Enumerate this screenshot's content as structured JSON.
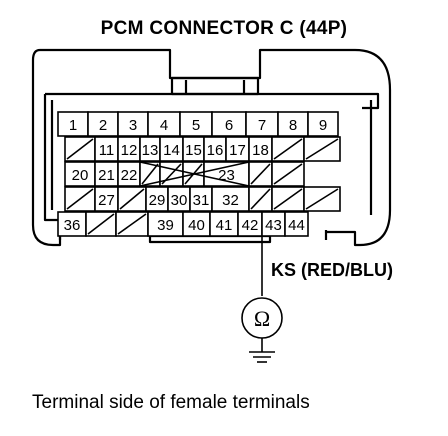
{
  "title": "PCM CONNECTOR C (44P)",
  "caption": "Terminal side of female terminals",
  "signal": {
    "label": "KS (RED/BLU)",
    "terminal": "42",
    "meter_symbol": "Ω"
  },
  "connector": {
    "rows": [
      [
        "1",
        "2",
        "3",
        "4",
        "5",
        "6",
        "7",
        "8",
        "9"
      ],
      [
        "",
        "11",
        "12",
        "13",
        "14",
        "15",
        "16",
        "17",
        "18",
        "",
        ""
      ],
      [
        "20",
        "21",
        "22",
        "",
        "",
        "",
        "23",
        "",
        ""
      ],
      [
        "",
        "27",
        "",
        "29",
        "30",
        "31",
        "32",
        "",
        "",
        ""
      ],
      [
        "36",
        "",
        "",
        "39",
        "40",
        "41",
        "42",
        "43",
        "44"
      ]
    ]
  }
}
